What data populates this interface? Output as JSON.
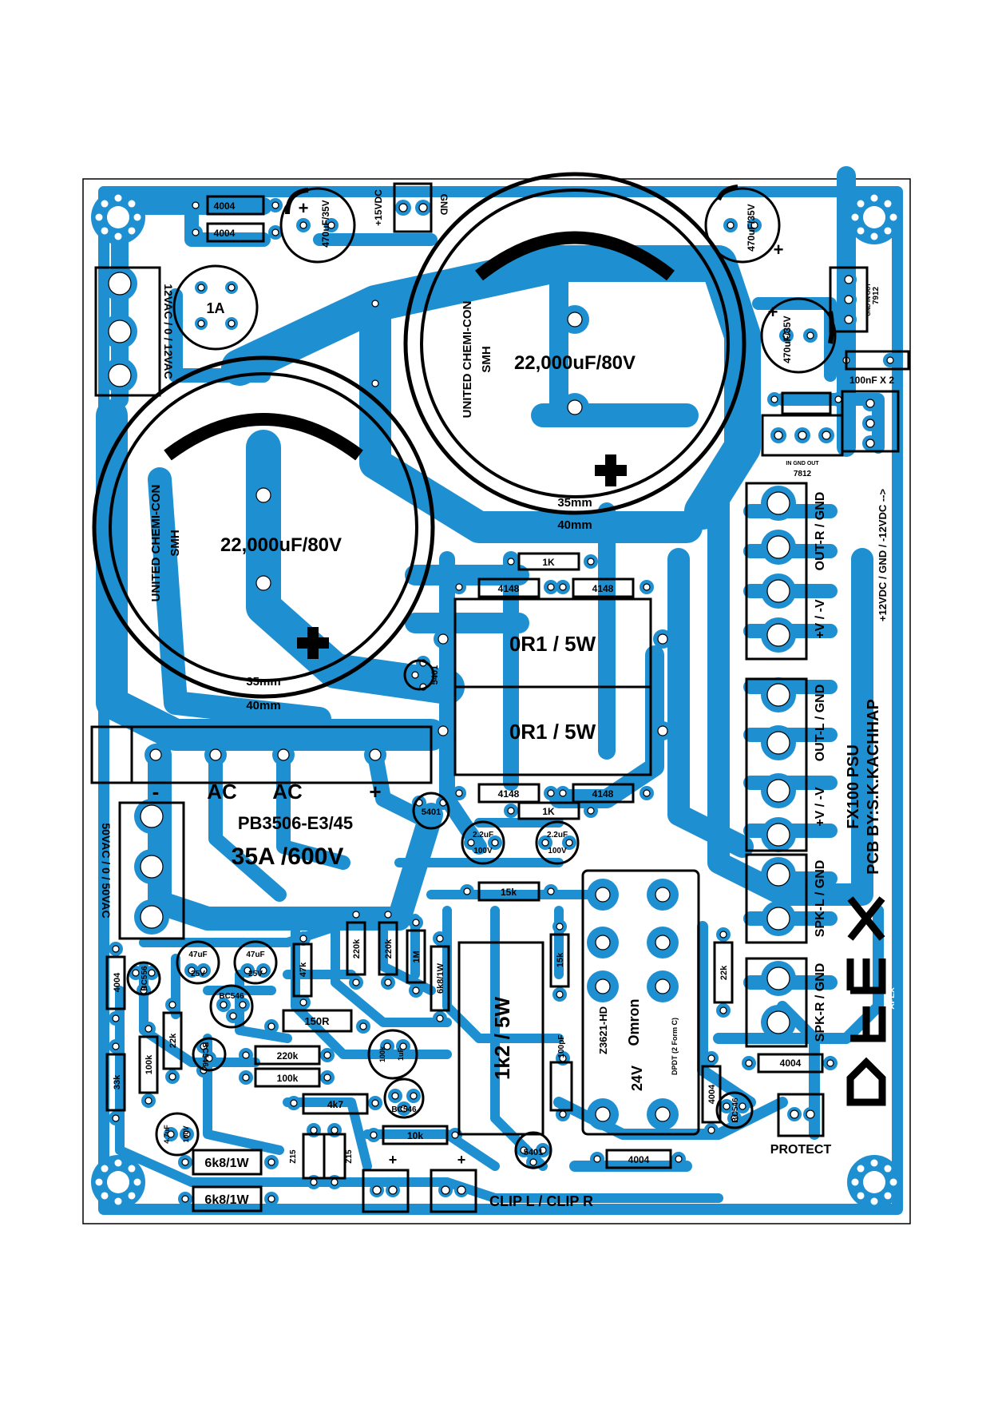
{
  "colors": {
    "copper": "#1e8fd0",
    "silk": "#000000",
    "pad_fill": "#ffffff",
    "board_bg": "#ffffff"
  },
  "labels": {
    "diode_4004_a": "4004",
    "diode_4004_b": "4004",
    "cap_470_a": "470uF/35V",
    "v15dc": "+15VDC",
    "gnd_top": "GND",
    "ac12_label": "12VAC / 0 / 12VAC",
    "fuse_1a": "1A",
    "cap_big_1_value": "22,000uF/80V",
    "cap_big_1_brand": "UNITED CHEMI-CON",
    "cap_big_1_series": "SMH",
    "cap_big_1_d35": "35mm",
    "cap_big_1_d40": "40mm",
    "cap_big_2_value": "22,000uF/80V",
    "cap_big_2_brand": "UNITED CHEMI-CON",
    "cap_big_2_series": "SMH",
    "cap_big_2_d35": "35mm",
    "cap_big_2_d40": "40mm",
    "cap_470_b": "470uF/35V",
    "cap_470_c": "470uF/35V",
    "reg_7912": "7912",
    "reg_7912_pins": "GND IN OUT",
    "cap_100nf": "100nF X 2",
    "reg_7812": "7812",
    "reg_7812_pins": "IN GND OUT",
    "res_1k_top": "1K",
    "diode_4148_a": "4148",
    "diode_4148_b": "4148",
    "res_0r1_a": "0R1 / 5W",
    "res_0r1_b": "0R1 / 5W",
    "diode_4148_c": "4148",
    "diode_4148_d": "4148",
    "res_1k_bottom": "1K",
    "diode_5401_a": "5401",
    "diode_5401_b": "5401",
    "out_r_gnd": "OUT-R / GND",
    "v_pm_1": "+V / -V",
    "out_l_gnd": "OUT-L / GND",
    "v_pm_2": "+V / -V",
    "spk_l_gnd": "SPK-L / GND",
    "spk_r_gnd": "SPK-R / GND",
    "v12_side": "+12VDC / GND / -12VDC -->",
    "title": "FX100 PSU",
    "credit": "PCB BY:S.K.KACHHAP",
    "logo": "APEX",
    "bridge_minus": "-",
    "bridge_ac1": "AC",
    "bridge_ac2": "AC",
    "bridge_plus": "+",
    "bridge_part": "PB3506-E3/45",
    "bridge_rating": "35A /600V",
    "ac50_label": "50VAC / 0 / 50VAC",
    "cap_22uf_a": "2.2uF",
    "cap_22uf_a_v": "100V",
    "cap_22uf_b": "2.2uF",
    "cap_22uf_b_v": "100V",
    "res_15k_a": "15k",
    "res_15k_b": "15k",
    "cap_47uf_a": "47uF",
    "cap_47uf_a_v": "25V",
    "cap_47uf_b": "47uF",
    "cap_47uf_b_v": "25V",
    "res_47k": "47k",
    "res_220k_a": "220k",
    "res_220k_b": "220k",
    "res_1m": "1M",
    "res_6k8_a": "6k8/1W",
    "res_1k2": "1k2 / 5W",
    "diode_4004_c": "4004",
    "q_bc556": "BC556",
    "q_bc546_a": "BC546",
    "res_150r": "150R",
    "res_22k_a": "22k",
    "res_100k_a": "100k",
    "res_33k": "33k",
    "q_bc546_b": "BC546",
    "res_220k_c": "220k",
    "res_100k_b": "100k",
    "res_4k7": "4k7",
    "cap_47uf_100v": "4.7uF",
    "cap_47uf_100v_v": "100V",
    "res_100k_c": "100k",
    "cap_1uf": "1uF",
    "q_bc546_c": "BC546",
    "res_10k": "10k",
    "cap_100pf": "100pF",
    "relay_part": "Z3621-HD",
    "relay_brand": "Omron",
    "relay_coil": "24V",
    "relay_type": "DPDT (2 Form C)",
    "res_22k_b": "22k",
    "q_bc546_d": "BC546",
    "diode_4004_d": "4004",
    "diode_4004_e": "4004",
    "diode_5401_c": "5401",
    "zener_a": "Z15",
    "zener_b": "Z15",
    "res_6k8_b": "6k8/1W",
    "res_6k8_c": "6k8/1W",
    "clip_label": "CLIP L / CLIP R",
    "protect": "PROTECT",
    "plus_big_1": "+",
    "plus_big_2": "+",
    "plus_470_a": "+",
    "plus_470_b": "+",
    "plus_470_c": "+"
  }
}
